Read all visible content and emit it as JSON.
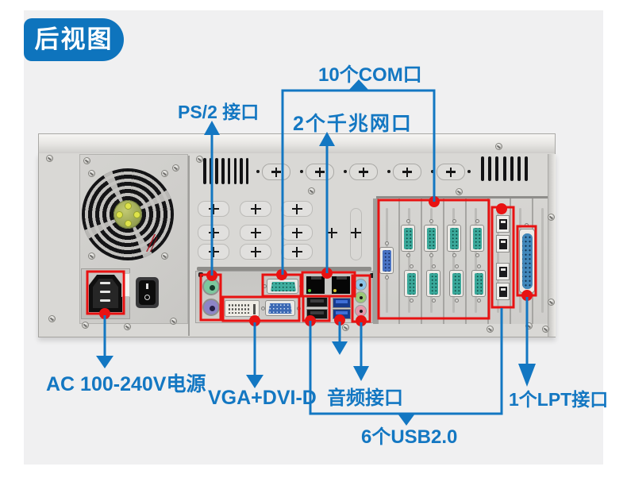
{
  "badge": {
    "label": "后视图"
  },
  "colors": {
    "accent_blue": "#1377c2",
    "annotation_red": "#e81212",
    "badge_blue": "#0e74bd",
    "background_gray": "#f0f0f1"
  },
  "callouts": {
    "com": {
      "label": "10个COM口"
    },
    "ps2": {
      "label": "PS/2 接口"
    },
    "lan": {
      "label": "2个千兆网口"
    },
    "power": {
      "label": "AC 100-240V电源"
    },
    "vga_dvi": {
      "label": "VGA+DVI-D"
    },
    "audio": {
      "label": "音频接口"
    },
    "usb": {
      "label": "6个USB2.0"
    },
    "lpt": {
      "label": "1个LPT接口"
    }
  },
  "chassis": {
    "power_switch_on_mark": "I",
    "power_switch_off_mark": "O"
  }
}
